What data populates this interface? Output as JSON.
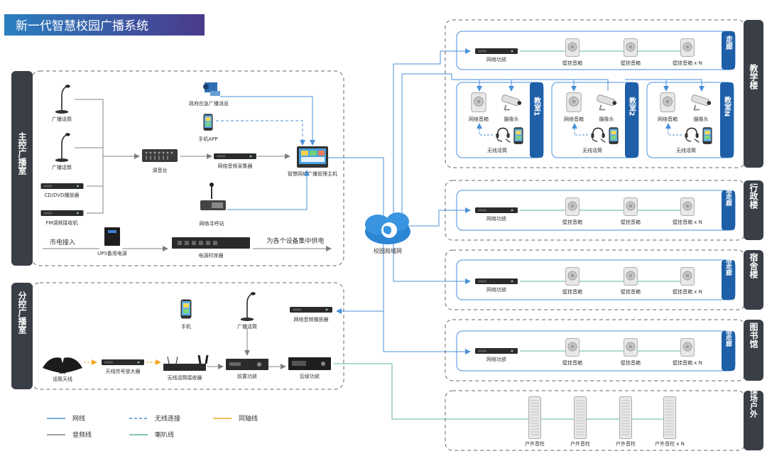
{
  "title": "新一代智慧校园广播系统",
  "colors": {
    "network": "#4a90d9",
    "audio": "#808080",
    "wireless": "#4a90d9",
    "coax": "#f5a623",
    "speaker_line": "#5cb89a",
    "title_bg": "#2a6fb0",
    "title_bg2": "#4a3a8c",
    "side_label": "#3a3f47",
    "classroom_tab": "#1e5fa8"
  },
  "main_room": {
    "label": "主控广播室",
    "broadcast_mic_1": "广播话筒",
    "broadcast_mic_2": "广播话筒",
    "cd_player": "CD/DVD播放器",
    "fm_receiver": "FM调频接收机",
    "mixer": "调音台",
    "audio_collector": "网络音频采集器",
    "gov_emergency": "政府应急广播消息",
    "phone_app": "手机APP",
    "host": "智慧网络广播管理主机",
    "paging_station": "网络寻呼站",
    "mains_in": "市电接入",
    "ups": "UPS备用电源",
    "power_sequencer": "电源时序器",
    "power_note": "为各个设备集中供电"
  },
  "sub_room": {
    "label": "分控广播室",
    "phone": "手机",
    "mic": "广播话筒",
    "player": "网络音频播放器",
    "antenna": "话筒天线",
    "amp_signal": "天线信号放大器",
    "wireless_receiver": "无线话筒接收器",
    "preamp": "前置功放",
    "power_amp": "后级功放"
  },
  "network": {
    "label": "校园局域网"
  },
  "buildings": [
    {
      "label": "教学楼"
    },
    {
      "label": "行政楼"
    },
    {
      "label": "宿舍楼"
    },
    {
      "label": "图书馆"
    },
    {
      "label": "操场户外"
    }
  ],
  "corridor": {
    "teaching_tab": "走廊",
    "floor_tab": "各层走廊",
    "amp": "网络功放",
    "speaker": "壁挂音箱",
    "speaker_n": "壁挂音箱 x N"
  },
  "classrooms": [
    {
      "tab": "教室1",
      "speaker": "网络音箱",
      "camera": "摄像头",
      "mic": "无线话筒"
    },
    {
      "tab": "教室2",
      "speaker": "网络音箱",
      "camera": "摄像头",
      "mic": "无线话筒"
    },
    {
      "tab": "教室N",
      "speaker": "网络音箱",
      "camera": "摄像头",
      "mic": "无线话筒"
    }
  ],
  "outdoor": {
    "column": "户外音柱",
    "column_n": "户外音柱 x N"
  },
  "legend": {
    "network": "网线",
    "wireless": "无线连接",
    "coax": "同轴线",
    "audio": "音频线",
    "speaker": "喇叭线"
  }
}
